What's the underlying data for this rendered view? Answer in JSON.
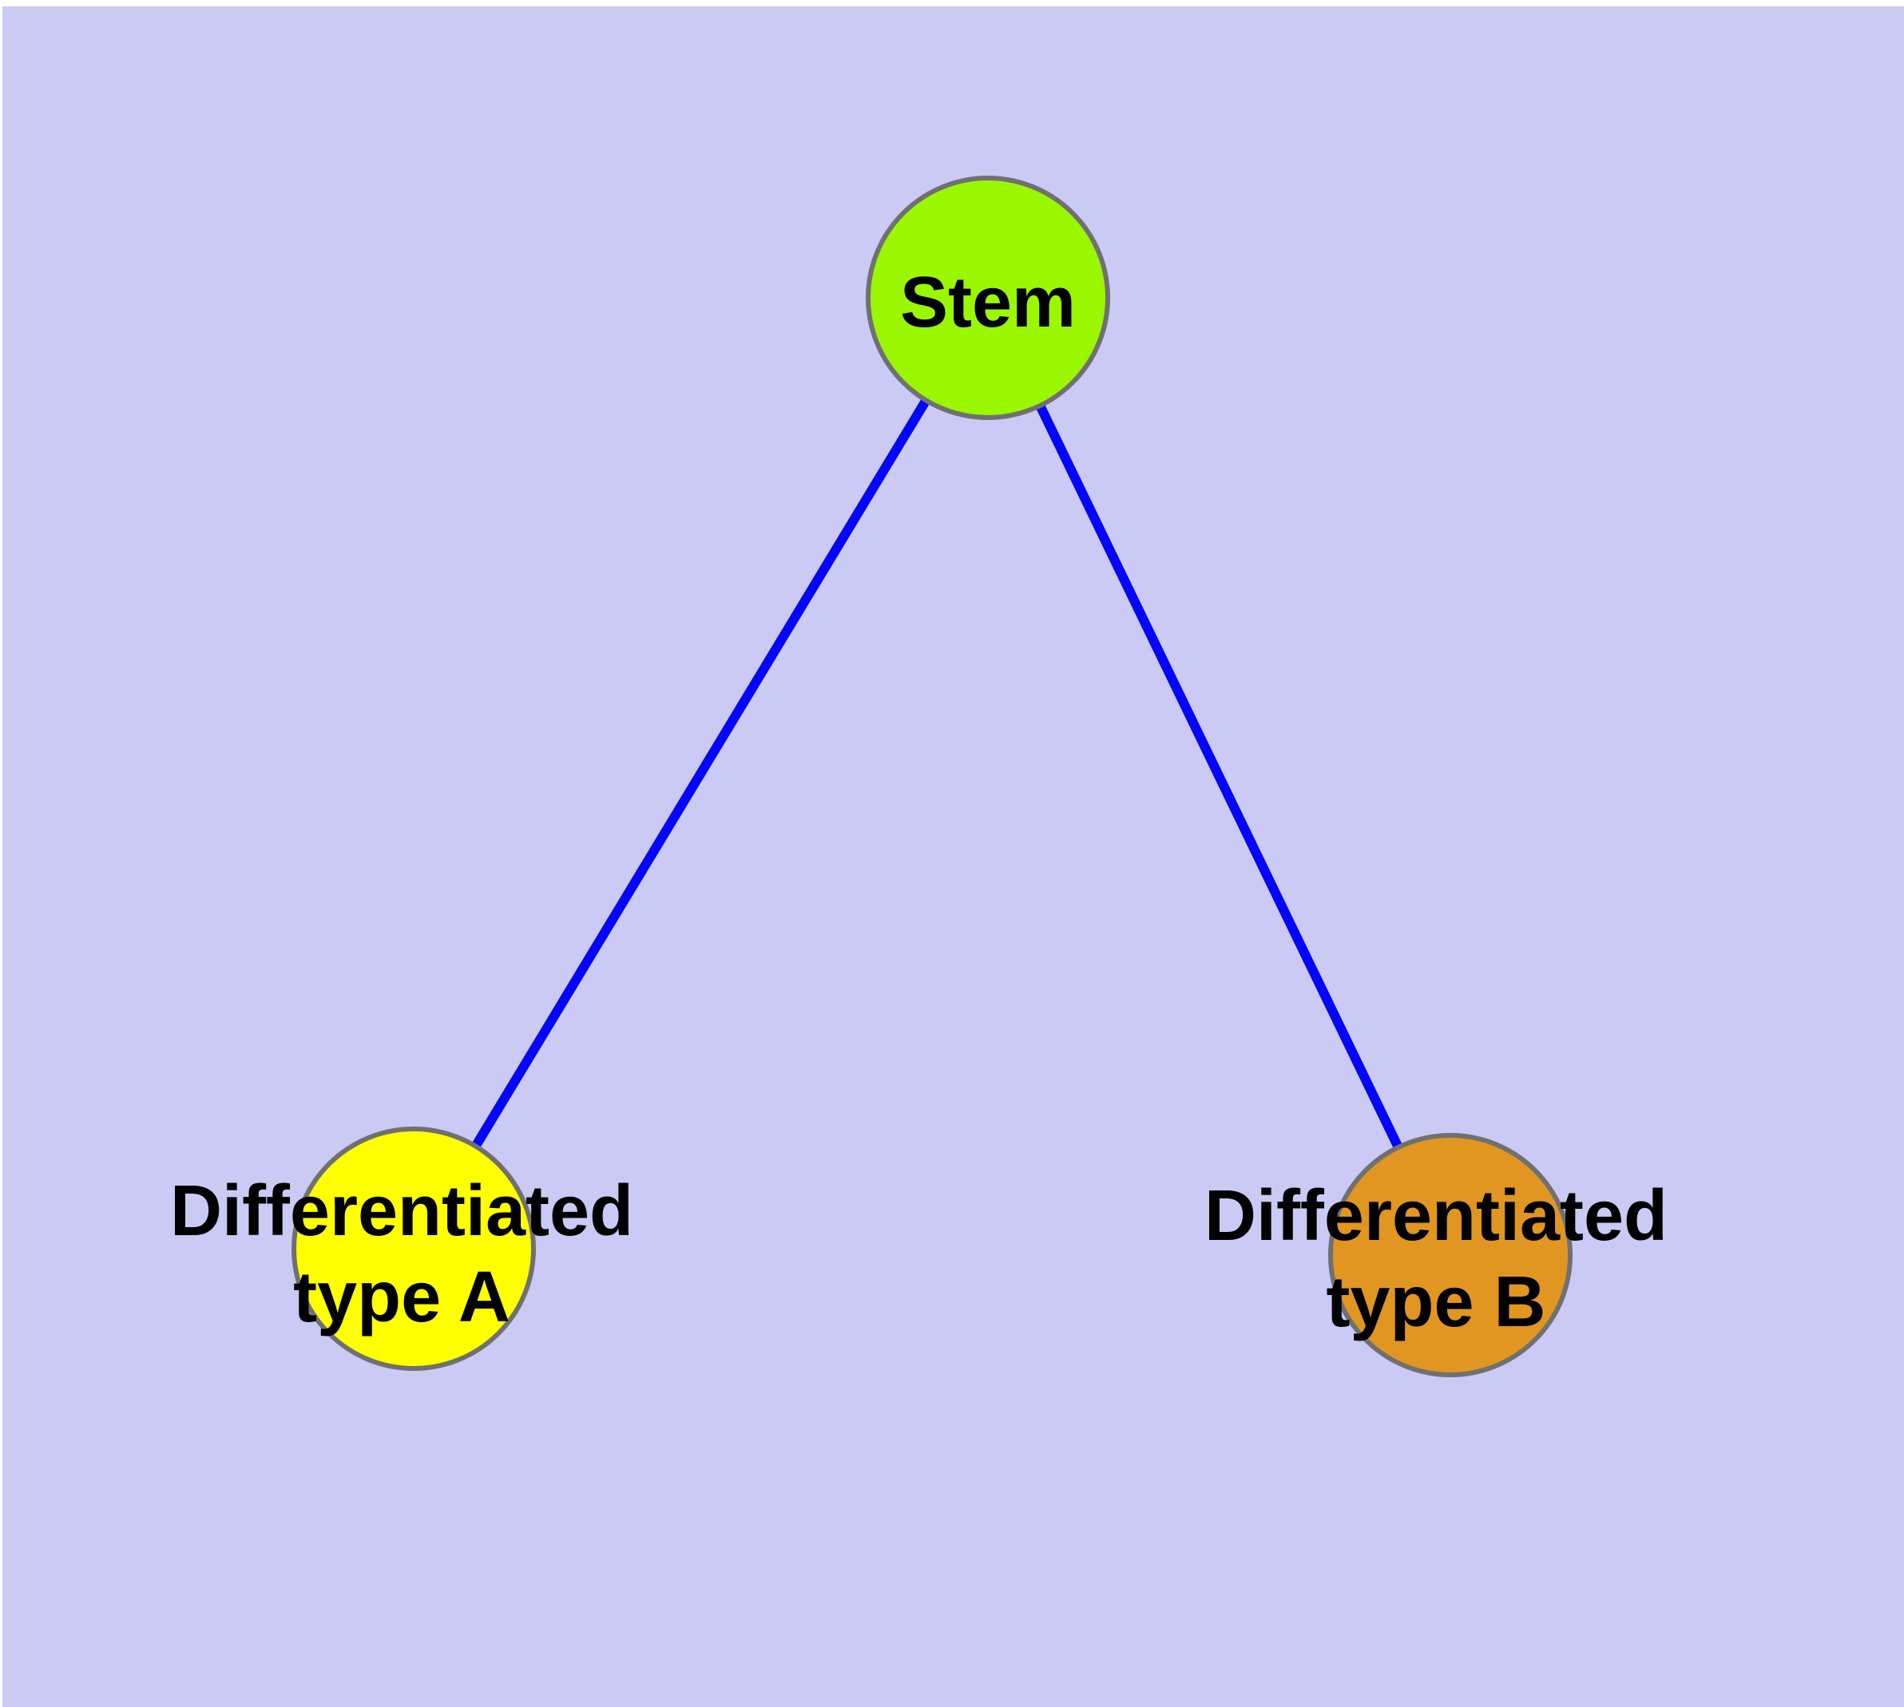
{
  "diagram": {
    "type": "node-link-tree",
    "nodes": [
      {
        "id": "stem",
        "label": "Stem",
        "label_line1": "Stem",
        "label_line2": "",
        "fill": "#9AF700"
      },
      {
        "id": "type_a",
        "label": "Differentiated type A",
        "label_line1": "Differentiated",
        "label_line2": "type A",
        "fill": "#FFFF00"
      },
      {
        "id": "type_b",
        "label": "Differentiated type B",
        "label_line1": "Differentiated",
        "label_line2": "type B",
        "fill": "#E09620"
      }
    ],
    "edges": [
      {
        "from": "stem",
        "to": "type_a"
      },
      {
        "from": "stem",
        "to": "type_b"
      }
    ]
  },
  "theme": {
    "background": "#CACAF5",
    "page_color": "#FFFFFF",
    "edge_color": "#0505FA",
    "node_border": "#707070",
    "label_color": "#000000"
  }
}
